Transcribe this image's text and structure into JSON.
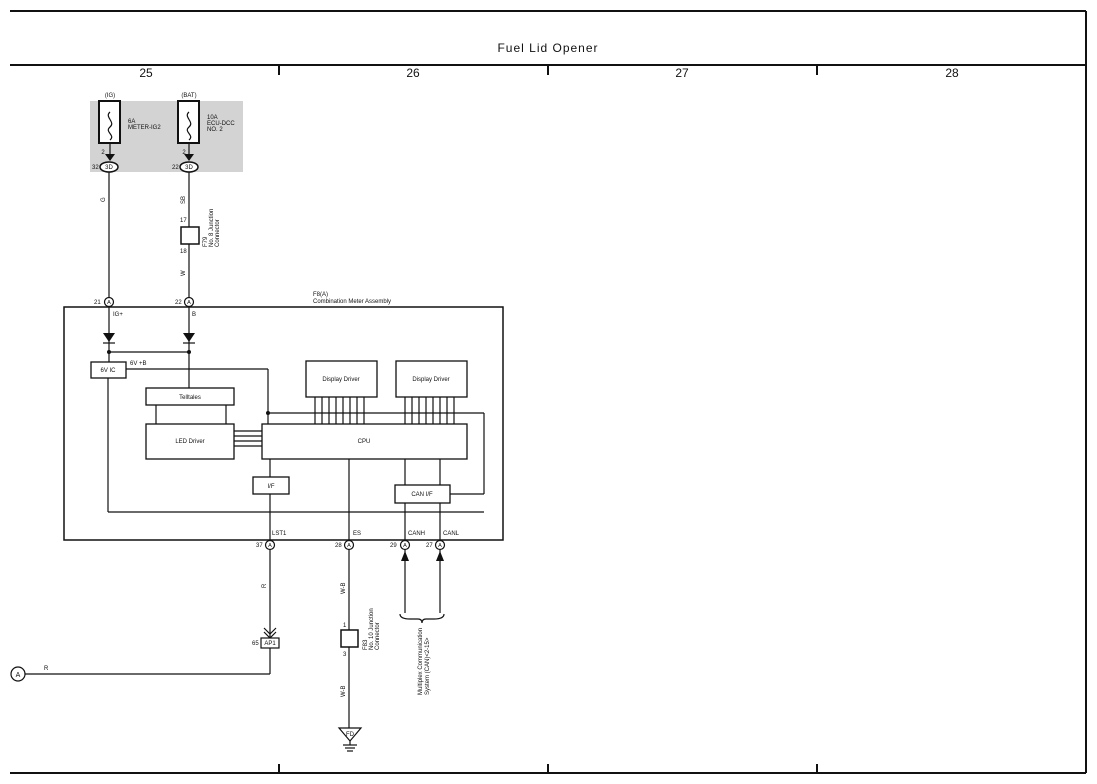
{
  "title": "Fuel Lid Opener",
  "columns": [
    "25",
    "26",
    "27",
    "28"
  ],
  "fuses": [
    {
      "source": "(IG)",
      "pin": "2",
      "conn_pin": "32",
      "conn_code": "3D",
      "rating": "6A",
      "name": "METER-IG2",
      "name2": ""
    },
    {
      "source": "(BAT)",
      "pin": "2",
      "conn_pin": "22",
      "conn_code": "3D",
      "rating": "10A",
      "name": "ECU-DCC",
      "name2": "NO. 2"
    }
  ],
  "wires": {
    "w1": "G",
    "w2": "SB",
    "w3": "W",
    "w4": "R",
    "w5": "W-B",
    "w6": "W-B",
    "w7": "R"
  },
  "junction_f79": {
    "pin_top": "17",
    "pin_bottom": "18",
    "code": "F79",
    "label1": "No. 8 Junction",
    "label2": "Connector"
  },
  "junction_f83": {
    "pin_top": "1",
    "pin_bottom": "3",
    "code": "F83",
    "label1": "No. 10 Junction",
    "label2": "Connector"
  },
  "meter": {
    "code": "F8(A)",
    "name": "Combination Meter Assembly",
    "pin_ig": "21",
    "label_ig": "IG+",
    "pin_b": "22",
    "label_b": "B",
    "pin_lst1": "37",
    "label_lst1": "LST1",
    "pin_es": "28",
    "label_es": "ES",
    "pin_canh": "29",
    "label_canh": "CANH",
    "pin_canl": "27",
    "label_canl": "CANL",
    "conn_letter": "A"
  },
  "blocks": {
    "ic": "6V IC",
    "ic_out": "6V +B",
    "telltales": "Telltales",
    "led_driver": "LED Driver",
    "cpu": "CPU",
    "display1": "Display Driver",
    "display2": "Display Driver",
    "if": "I/F",
    "can_if": "CAN I/F"
  },
  "connector_ap1": {
    "pin": "65",
    "code": "AP1"
  },
  "ref_a": "A",
  "ground": "FD",
  "multiplex": {
    "line1": "Multiplex Communication",
    "line2": "System (CAN)<2-15>"
  }
}
